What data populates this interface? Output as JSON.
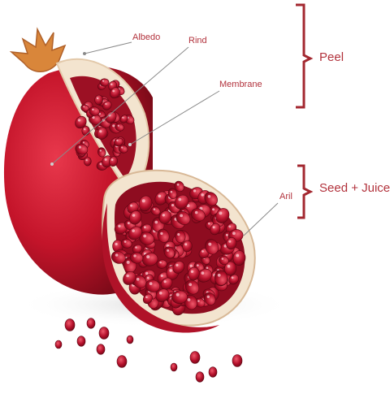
{
  "labels": {
    "albedo": "Albedo",
    "rind": "Rind",
    "membrane": "Membrane",
    "aril": "Aril"
  },
  "groups": {
    "peel": "Peel",
    "seed_juice": "Seed + Juice"
  },
  "colors": {
    "label_text": "#b2323c",
    "bracket": "#a3272f",
    "leader_line": "#8a8a8a",
    "fruit_skin": "#c4142a",
    "fruit_dark": "#7a0a18",
    "albedo": "#f3e4cf",
    "aril": "#b30f2a",
    "crown": "#d9863a"
  }
}
